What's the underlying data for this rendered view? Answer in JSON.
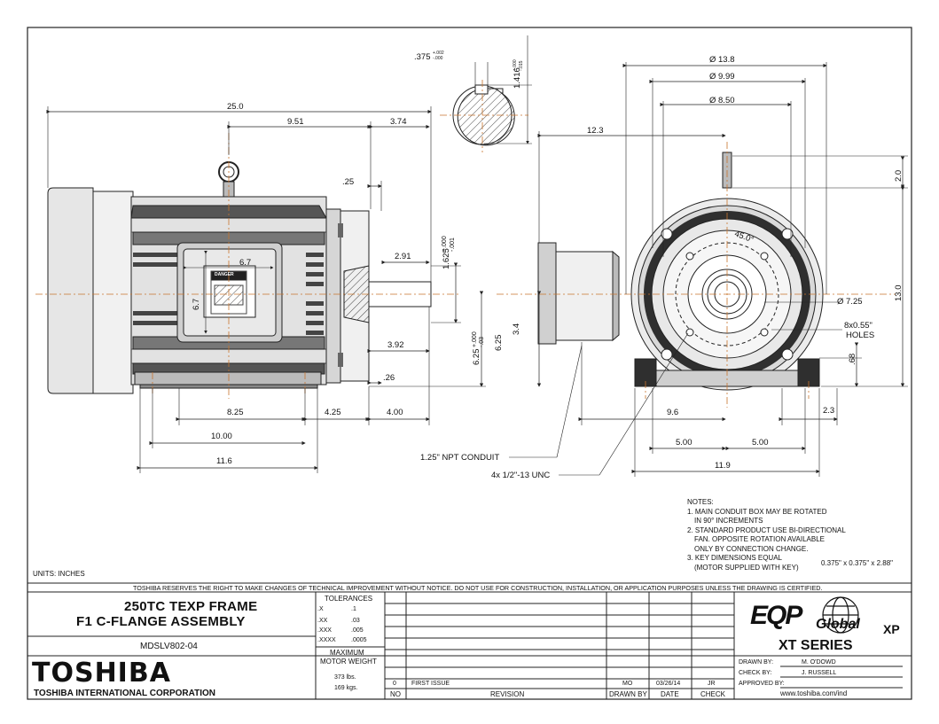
{
  "units_label": "UNITS: INCHES",
  "disclaimer": "TOSHIBA RESERVES THE RIGHT TO MAKE CHANGES OF TECHNICAL IMPROVEMENT WITHOUT NOTICE. DO NOT USE FOR CONSTRUCTION, INSTALLATION, OR APPLICATION PURPOSES UNLESS THE DRAWING IS CERTIFIED.",
  "side_view": {
    "overall_length": "25.0",
    "d_9_51": "9.51",
    "d_3_74": "3.74",
    "d_25": ".25",
    "d_6_7_h": "6.7",
    "d_6_7_v": "6.7",
    "d_2_91": "2.91",
    "shaft_dia_main": "1.625",
    "shaft_dia_tol_top": "+.000",
    "shaft_dia_tol_bot": "-.001",
    "d_3_92": "3.92",
    "d_26": ".26",
    "d_6_25_tol": "6.25",
    "d_6_25_tol_top": "+.000",
    "d_6_25_tol_bot": "-.03",
    "d_6_25": "6.25",
    "d_3_4": "3.4",
    "d_8_25": "8.25",
    "d_4_25": "4.25",
    "d_4_00": "4.00",
    "d_10_00": "10.00",
    "d_11_6": "11.6",
    "danger_label": "DANGER"
  },
  "key_detail": {
    "key_width": ".375",
    "key_width_tol_top": "+.002",
    "key_width_tol_bot": "-.000",
    "key_depth": "1.416",
    "key_depth_tol_top": "+.000",
    "key_depth_tol_bot": "-.015"
  },
  "end_view": {
    "d_13_8": "Ø 13.8",
    "d_9_99": "Ø 9.99",
    "d_8_50": "Ø 8.50",
    "d_12_3": "12.3",
    "d_2_0": "2.0",
    "d_13_0": "13.0",
    "d_45": "45.0°",
    "d_7_25": "Ø 7.25",
    "holes": "8x0.55\"",
    "holes2": "HOLES",
    "d_68": ".68",
    "d_9_6": "9.6",
    "d_2_3": "2.3",
    "d_5_00_l": "5.00",
    "d_5_00_r": "5.00",
    "d_11_9": "11.9"
  },
  "callouts": {
    "conduit": "1.25\" NPT CONDUIT",
    "bolts": "4x 1/2\"-13 UNC"
  },
  "notes": {
    "heading": "NOTES:",
    "lines": [
      "1. MAIN CONDUIT BOX MAY BE ROTATED",
      "   IN 90° INCREMENTS",
      "2. STANDARD PRODUCT USE BI-DIRECTIONAL",
      "   FAN. OPPOSITE ROTATION AVAILABLE",
      "   ONLY BY CONNECTION CHANGE.",
      "3. KEY DIMENSIONS EQUAL",
      "   (MOTOR SUPPLIED WITH KEY)"
    ],
    "key_dims": "0.375\" x 0.375\" x 2.88\""
  },
  "title_block": {
    "title_line1": "250TC TEXP FRAME",
    "title_line2": "F1 C-FLANGE ASSEMBLY",
    "drawing_no": "MDSLV802-04",
    "brand": "TOSHIBA",
    "corporation": "TOSHIBA INTERNATIONAL CORPORATION",
    "tolerances_heading": "TOLERANCES",
    "tolerances": [
      {
        "place": ".X",
        "value": ".1"
      },
      {
        "place": ".XX",
        "value": ".03"
      },
      {
        "place": ".XXX",
        "value": ".005"
      },
      {
        "place": ".XXXX",
        "value": ".0005"
      }
    ],
    "weight_heading_1": "MAXIMUM",
    "weight_heading_2": "MOTOR WEIGHT",
    "weight_lbs": "373 lbs.",
    "weight_kgs": "169 kgs.",
    "revision_row": {
      "no": "0",
      "desc": "FIRST ISSUE",
      "by": "MO",
      "date": "03/26/14",
      "check": "JR"
    },
    "revision_headers": {
      "no": "NO",
      "revision": "REVISION",
      "drawn_by": "DRAWN BY",
      "date": "DATE",
      "check": "CHECK"
    },
    "logo_text": "EQP",
    "logo_global": "Global",
    "logo_xp": "XP",
    "series": "XT SERIES",
    "drawn_by_label": "DRAWN BY:",
    "drawn_by": "M. O'DOWD",
    "check_by_label": "CHECK BY:",
    "check_by": "J. RUSSELL",
    "approved_by_label": "APPROVED BY:",
    "approved_by": "",
    "website": "www.toshiba.com/ind"
  },
  "colors": {
    "line": "#222222",
    "center": "#c8742c",
    "fill": "#d8d8d8",
    "dark": "#3a3a3a"
  }
}
